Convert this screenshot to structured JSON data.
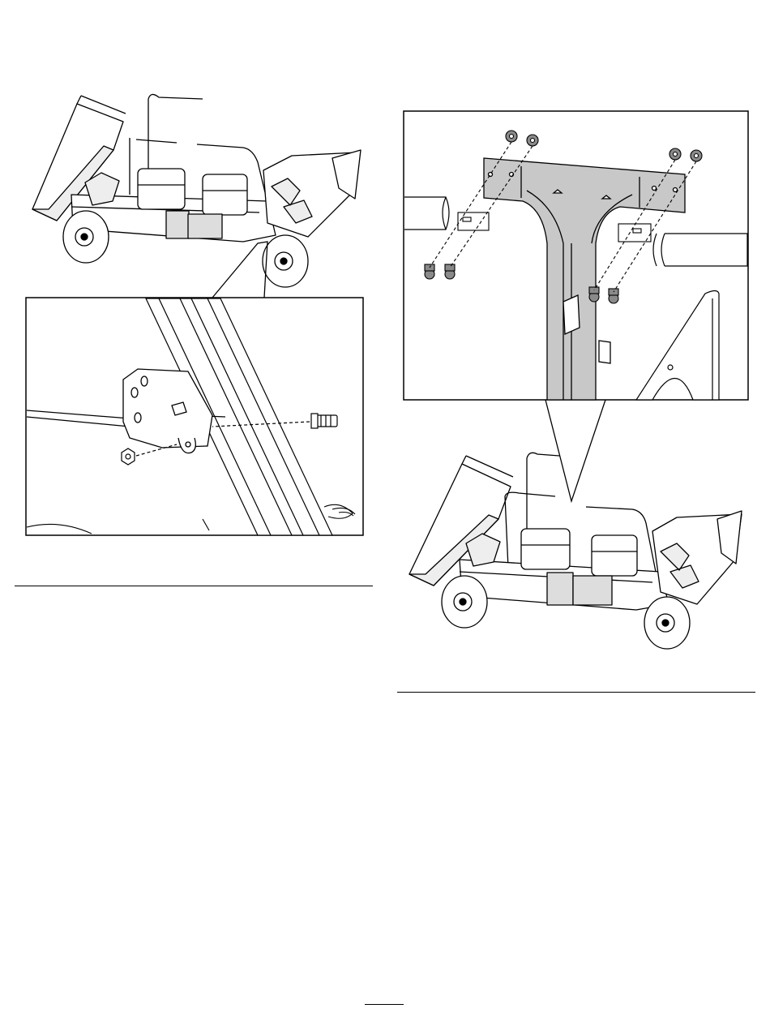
{
  "page": {
    "footer_mark": ""
  },
  "figures": [
    {
      "id": "figure-left",
      "subject": "vehicle-with-detail-callout-bolt-and-nut"
    },
    {
      "id": "figure-right",
      "subject": "vehicle-with-detail-callout-t-bracket-and-bolts"
    }
  ],
  "colors": {
    "line": "#000000",
    "bracket_fill": "#c8c8c8",
    "bolt_fill": "#8a8a8a",
    "paper": "#ffffff"
  }
}
